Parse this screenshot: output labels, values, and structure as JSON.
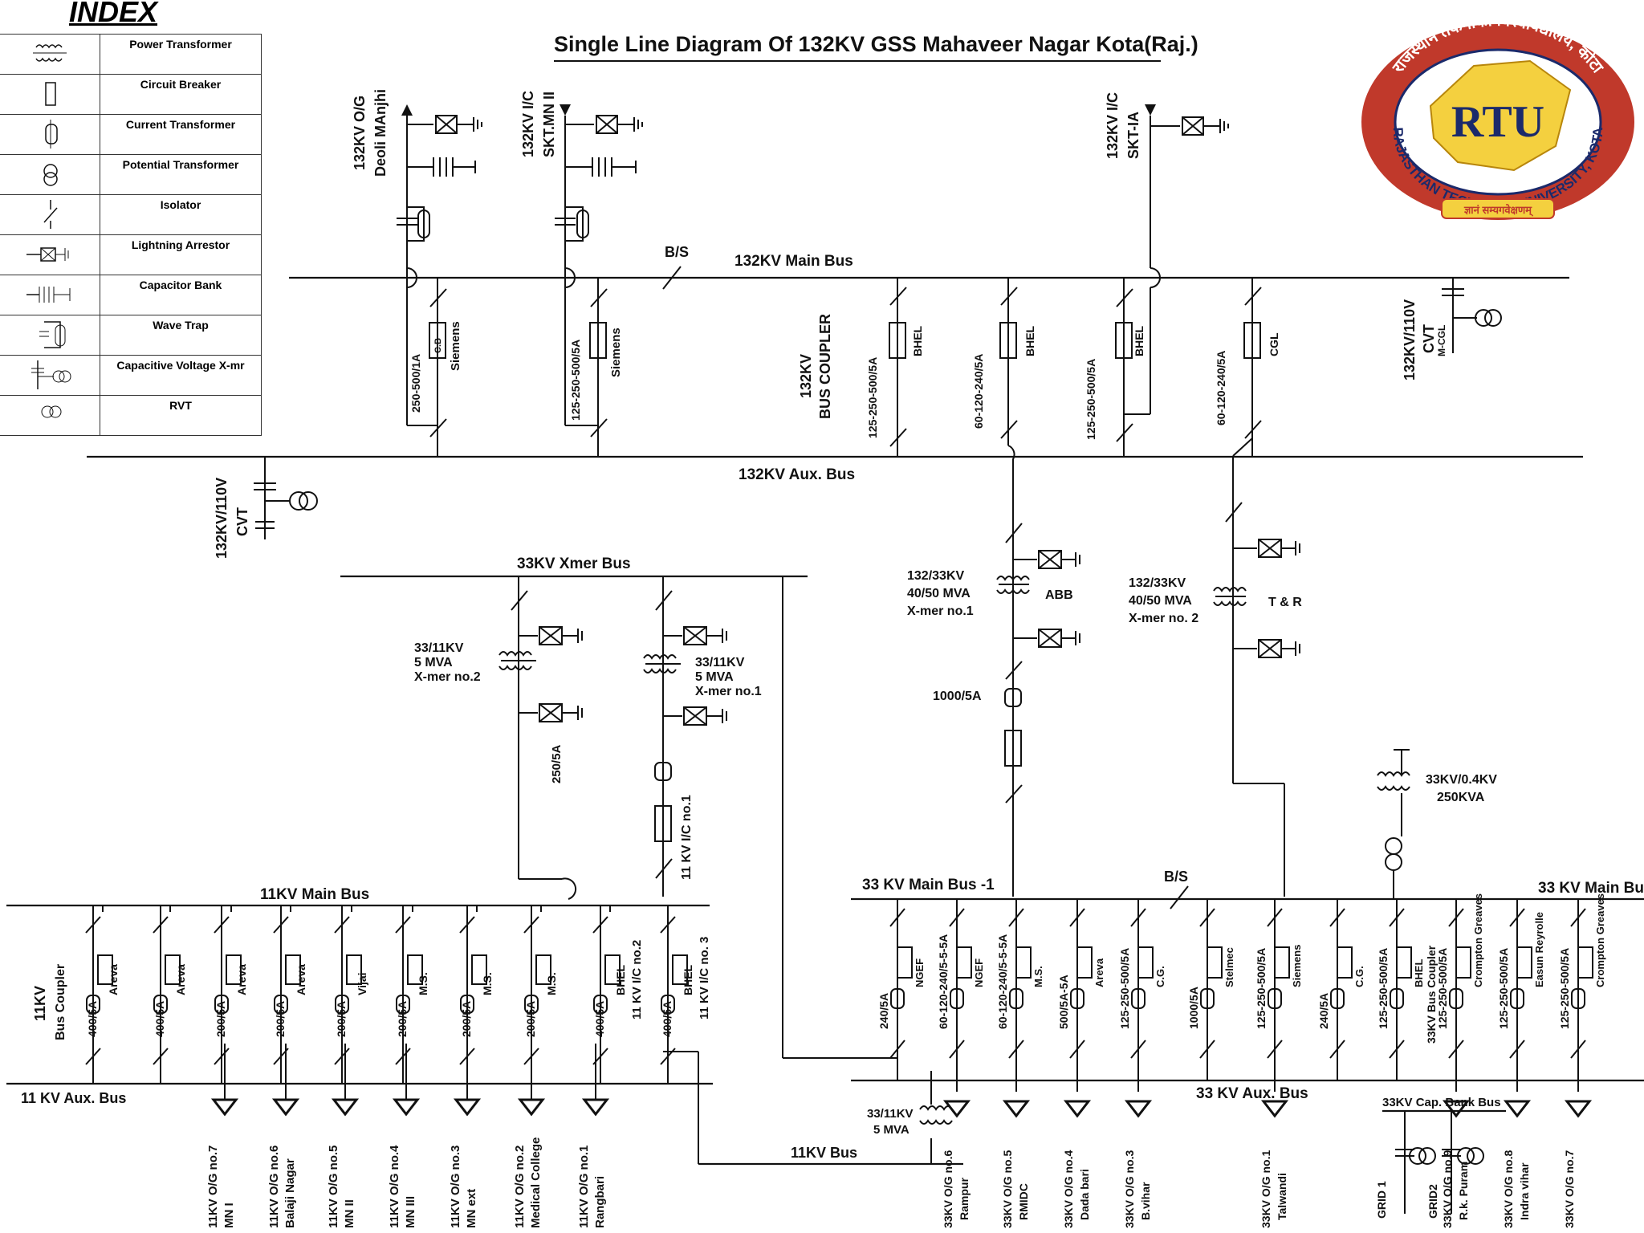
{
  "diagram_title": "Single Line Diagram Of 132KV GSS Mahaveer Nagar Kota(Raj.)",
  "index": {
    "title": "INDEX",
    "items": [
      {
        "label": "Power Transformer",
        "icon": "power-transformer-icon"
      },
      {
        "label": "Circuit Breaker",
        "icon": "circuit-breaker-icon"
      },
      {
        "label": "Current Transformer",
        "icon": "current-transformer-icon"
      },
      {
        "label": "Potential Transformer",
        "icon": "potential-transformer-icon"
      },
      {
        "label": "Isolator",
        "icon": "isolator-icon"
      },
      {
        "label": "Lightning Arrestor",
        "icon": "lightning-arrestor-icon"
      },
      {
        "label": "Capacitor Bank",
        "icon": "capacitor-bank-icon"
      },
      {
        "label": "Wave Trap",
        "icon": "wave-trap-icon"
      },
      {
        "label": "Capacitive Voltage X-mr",
        "icon": "cvt-icon"
      },
      {
        "label": "RVT",
        "icon": "rvt-icon"
      }
    ]
  },
  "logo": {
    "top_text": "राजस्थान तकनीकी विश्वविद्यालय, कोटा",
    "monogram": "RTU",
    "bottom_text": "RAJASTHAN TECHNICAL UNIVERSITY, KOTA",
    "motto": "ज्ञानं सम्यगवेक्षणम्",
    "colors": {
      "ring": "#c0392b",
      "inner": "#f4d03f",
      "text": "#1b2a6b"
    }
  },
  "buses": {
    "main_132": "132KV Main Bus",
    "aux_132": "132KV Aux. Bus",
    "xmer_33": "33KV Xmer Bus",
    "main_11": "11KV Main Bus",
    "aux_11": "11 KV Aux. Bus",
    "bus_11": "11KV Bus",
    "main_33_1": "33 KV Main Bus -1",
    "main_33_2": "33 KV Main Bu",
    "aux_33": "33 KV Aux. Bus",
    "cap_bank_33": "33KV Cap. Bank Bus",
    "bs": "B/S"
  },
  "feeders_132": [
    {
      "name": "132KV O/G",
      "sub": "Deoli MAnjhi",
      "ct": "250-500/1A",
      "make": "Siemens"
    },
    {
      "name": "132KV I/C",
      "sub": "SKT.MN II",
      "ct": "125-250-500/5A",
      "make": "Siemens"
    },
    {
      "name": "132KV I/C",
      "sub": "SKT-IA",
      "ct": "125-250-500/5A",
      "make": "BHEL"
    }
  ],
  "bays_132": [
    {
      "name": "132KV",
      "sub": "BUS COUPLER",
      "ct": "125-250-500/5A",
      "make": "BHEL"
    },
    {
      "ct": "60-120-240/5A",
      "make": "BHEL"
    },
    {
      "ct": "60-120-240/5A",
      "make": "CGL"
    }
  ],
  "cvt_132_main": {
    "name": "132KV/110V",
    "sub": "CVT",
    "make": "M-CGL"
  },
  "cvt_132_aux": {
    "name": "132KV/110V",
    "sub": "CVT"
  },
  "cb_label": "C.B",
  "transformers": {
    "t1": {
      "lines": [
        "132/33KV",
        "40/50 MVA",
        "X-mer no.1"
      ],
      "make": "ABB",
      "ct": "1000/5A"
    },
    "t2": {
      "lines": [
        "132/33KV",
        "40/50 MVA",
        "X-mer no. 2"
      ],
      "make": "T & R"
    },
    "t3": {
      "lines": [
        "33/11KV",
        "5 MVA",
        "X-mer no.2"
      ],
      "ct": "250/5A"
    },
    "t4": {
      "lines": [
        "33/11KV",
        "5 MVA",
        "X-mer no.1"
      ],
      "feeder": "11 KV I/C no.1"
    },
    "t5": {
      "lines": [
        "33/11KV",
        "5 MVA"
      ]
    },
    "station": {
      "lines": [
        "33KV/0.4KV",
        "250KVA"
      ]
    }
  },
  "feeders_11": [
    {
      "label": "11KV",
      "sub": "Bus Coupler",
      "ct": "400/5A",
      "make": "Areva"
    },
    {
      "ct": "400/5A",
      "make": "Areva",
      "out": "11KV O/G no.7",
      "out2": "MN I"
    },
    {
      "ct": "200/5A",
      "make": "Areva",
      "out": "11KV O/G no.6",
      "out2": "Balaji Nagar"
    },
    {
      "ct": "200/5A",
      "make": "Areva",
      "out": "11KV O/G no.5",
      "out2": "MN II"
    },
    {
      "ct": "200/5A",
      "make": "Vijai",
      "out": "11KV O/G no.4",
      "out2": "MN III"
    },
    {
      "ct": "200/5A",
      "make": "M.S.",
      "out": "11KV O/G no.3",
      "out2": "MN ext"
    },
    {
      "ct": "200/5A",
      "make": "M.S.",
      "out": "11KV O/G no.2",
      "out2": "Medical College"
    },
    {
      "ct": "200/5A",
      "make": "M.S.",
      "out": "11KV O/G no.1",
      "out2": "Rangbari"
    },
    {
      "ct": "400/5A",
      "make": "BHEL",
      "ic": "11 KV I/C no.2"
    },
    {
      "ct": "400/5A",
      "make": "BHEL",
      "ic": "11 KV I/C no. 3"
    }
  ],
  "feeders_33": [
    {
      "ct": "240/5A",
      "make": "NGEF"
    },
    {
      "ct": "60-120-240/5-5-5A",
      "make": "NGEF",
      "out": "33KV O/G no.6",
      "out2": "Rampur"
    },
    {
      "ct": "60-120-240/5-5-5A",
      "make": "M.S.",
      "out": "33KV O/G no.5",
      "out2": "RMIDC"
    },
    {
      "ct": "500/5A-5A",
      "make": "Areva",
      "out": "33KV O/G no.4",
      "out2": "Dada bari"
    },
    {
      "ct": "125-250-500/5A",
      "make": "C.G.",
      "out": "33KV O/G no.3",
      "out2": "B.vihar"
    },
    {
      "ct": "1000/5A",
      "make": "Stelmec"
    },
    {
      "ct": "125-250-500/5A",
      "make": "Siemens",
      "out": "33KV O/G no.1",
      "out2": "Talwandi"
    },
    {
      "ct": "240/5A",
      "make": "C.G."
    },
    {
      "ct": "125-250-500/5A",
      "make": "BHEL",
      "label": "33KV Bus Coupler"
    },
    {
      "ct": "125-250-500/5A",
      "make": "Crompton Greaves",
      "out": "33KV O/G no.9",
      "out2": "R.k. Puram"
    },
    {
      "ct": "125-250-500/5A",
      "make": "Easun Reyrolle",
      "out": "33KV O/G no.8",
      "out2": "Indra vihar"
    },
    {
      "ct": "125-250-500/5A",
      "make": "Crompton Greaves",
      "out": "33KV O/G no.7",
      "out2": ""
    }
  ],
  "grids": [
    "GRID 1",
    "GRID2"
  ]
}
